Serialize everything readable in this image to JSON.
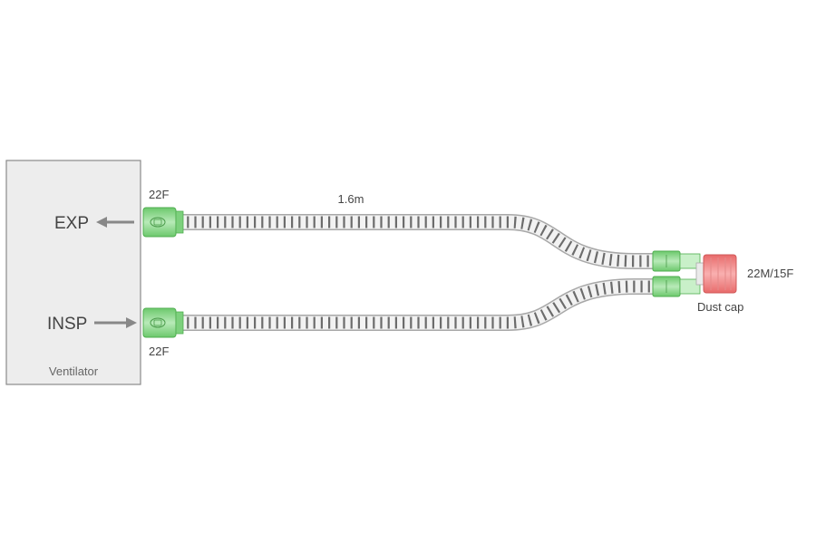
{
  "diagram": {
    "ventilator": {
      "label": "Ventilator"
    },
    "ports": {
      "exp": {
        "label": "EXP",
        "direction": "out"
      },
      "insp": {
        "label": "INSP",
        "direction": "in"
      }
    },
    "connectors": {
      "exp_connector": {
        "label": "22F"
      },
      "insp_connector": {
        "label": "22F"
      }
    },
    "tube": {
      "length_label": "1.6m"
    },
    "patient_end": {
      "label": "22M/15F"
    },
    "dust_cap": {
      "label": "Dust cap"
    },
    "colors": {
      "connector_green": "#8fd88f",
      "dust_cap_red": "#f08080",
      "arrow_gray": "#888888",
      "ventilator_fill": "#ededed"
    }
  }
}
